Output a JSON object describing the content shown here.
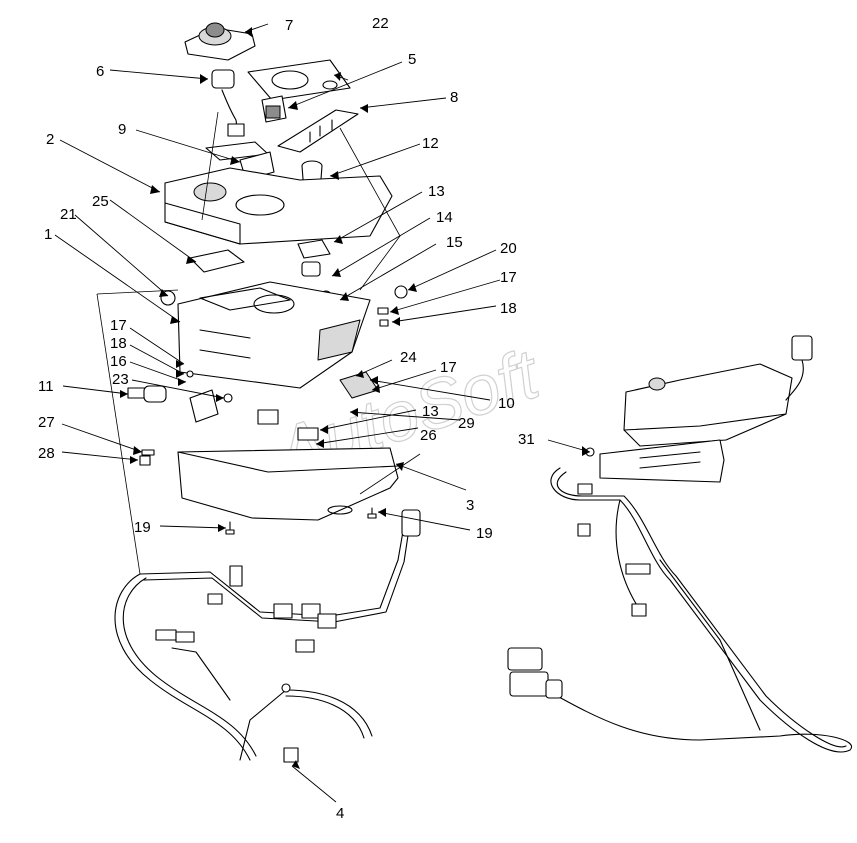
{
  "watermark": "AutoSoft",
  "callouts": [
    {
      "id": "c1",
      "label": "1"
    },
    {
      "id": "c2",
      "label": "2"
    },
    {
      "id": "c3",
      "label": "3"
    },
    {
      "id": "c4",
      "label": "4"
    },
    {
      "id": "c5",
      "label": "5"
    },
    {
      "id": "c6",
      "label": "6"
    },
    {
      "id": "c7",
      "label": "7"
    },
    {
      "id": "c8",
      "label": "8"
    },
    {
      "id": "c9",
      "label": "9"
    },
    {
      "id": "c10",
      "label": "10"
    },
    {
      "id": "c11",
      "label": "11"
    },
    {
      "id": "c12",
      "label": "12"
    },
    {
      "id": "c13a",
      "label": "13"
    },
    {
      "id": "c13b",
      "label": "13"
    },
    {
      "id": "c14",
      "label": "14"
    },
    {
      "id": "c15",
      "label": "15"
    },
    {
      "id": "c16",
      "label": "16"
    },
    {
      "id": "c17a",
      "label": "17"
    },
    {
      "id": "c17b",
      "label": "17"
    },
    {
      "id": "c17c",
      "label": "17"
    },
    {
      "id": "c18a",
      "label": "18"
    },
    {
      "id": "c18b",
      "label": "18"
    },
    {
      "id": "c19a",
      "label": "19"
    },
    {
      "id": "c19b",
      "label": "19"
    },
    {
      "id": "c20",
      "label": "20"
    },
    {
      "id": "c21",
      "label": "21"
    },
    {
      "id": "c22",
      "label": "22"
    },
    {
      "id": "c23",
      "label": "23"
    },
    {
      "id": "c24",
      "label": "24"
    },
    {
      "id": "c25",
      "label": "25"
    },
    {
      "id": "c26",
      "label": "26"
    },
    {
      "id": "c27",
      "label": "27"
    },
    {
      "id": "c28",
      "label": "28"
    },
    {
      "id": "c29",
      "label": "29"
    },
    {
      "id": "c31",
      "label": "31"
    }
  ]
}
